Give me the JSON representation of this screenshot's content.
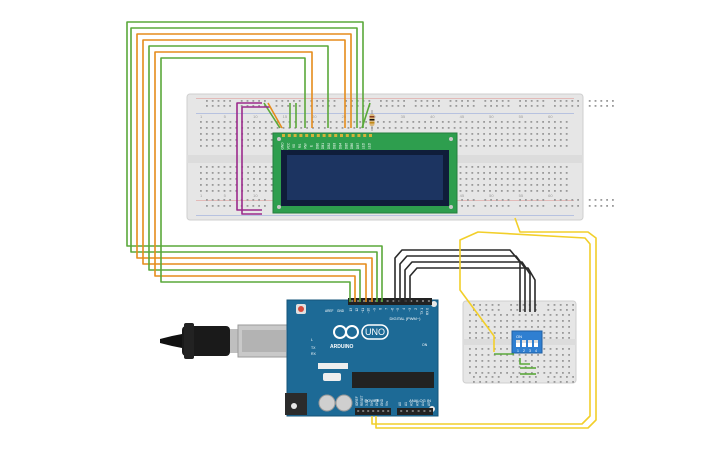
{
  "arduino": {
    "logo_text": "UNO",
    "brand_text": "ARDUINO",
    "digital_label": "DIGITAL (PWM~)",
    "power_label": "POWER",
    "analog_label": "ANALOG IN",
    "aref_label": "AREF",
    "gnd_label": "GND",
    "tx_label": "TX",
    "rx_label": "RX",
    "l_label": "L",
    "on_label": "ON",
    "digital_pins": [
      "13",
      "12",
      "~11",
      "~10",
      "~9",
      "8",
      "7",
      "~6",
      "~5",
      "4",
      "~3",
      "2",
      "TX 1",
      "RX 0"
    ],
    "power_pins": [
      "IOREF",
      "RESET",
      "3.3V",
      "5V",
      "GND",
      "GND",
      "Vin"
    ],
    "analog_pins": [
      "A0",
      "A1",
      "A2",
      "A3",
      "A4",
      "A5"
    ]
  },
  "lcd": {
    "pin_labels": [
      "GND",
      "VCC",
      "V0",
      "RS",
      "RW",
      "E",
      "DB0",
      "DB1",
      "DB2",
      "DB3",
      "DB4",
      "DB5",
      "DB6",
      "DB7",
      "LED",
      "LED"
    ]
  },
  "dip_switch": {
    "on_label": "ON",
    "switch_numbers": [
      "1",
      "2",
      "3",
      "4"
    ]
  },
  "breadboard_large": {
    "column_numbers": [
      "1",
      "5",
      "10",
      "15",
      "20",
      "25",
      "30",
      "35",
      "40",
      "45",
      "50",
      "55",
      "60"
    ]
  },
  "colors": {
    "breadboard": "#e8e8e8",
    "arduino_board": "#1d6a96",
    "lcd_pcb": "#2ea04f",
    "lcd_screen": "#1a2f57",
    "wire_green": "#5aa83a",
    "wire_orange": "#e58c1b",
    "wire_purple": "#9b2a8c",
    "wire_black": "#2a2a2a",
    "wire_yellow": "#f2cf2a",
    "dip_body": "#2f7fd1"
  }
}
